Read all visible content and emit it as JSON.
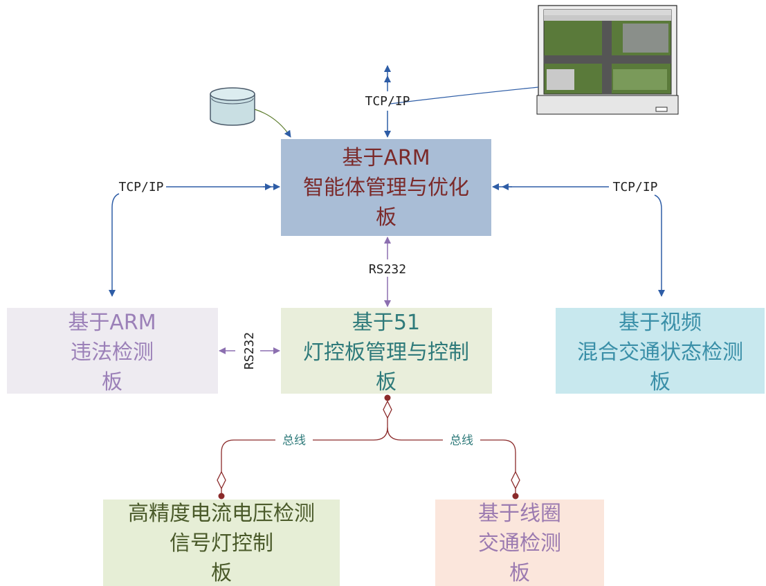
{
  "colors": {
    "arm_box": "#a9bdd6",
    "violation_box": "#eeebf1",
    "mcu_box": "#e9eedb",
    "video_box": "#c8e8ee",
    "current_box": "#e6eed6",
    "coil_box": "#fbe6dc",
    "tcp_arrow": "#2e5da6",
    "rs232_arrow": "#8c6fb0",
    "bus_line": "#8b2a2a",
    "db_line": "#5a7a2a",
    "arm_text": "#7b2a2a",
    "violation_text": "#9b80b8",
    "mcu_text": "#2e7a7a",
    "video_text": "#3a8fa8",
    "current_text": "#4a5a2a",
    "coil_text": "#9b7ab0",
    "bus_text": "#2e7a7a"
  },
  "boxes": {
    "arm": {
      "line1": "基于ARM",
      "line2": "智能体管理与优化",
      "line3": "板"
    },
    "violation": {
      "line1": "基于ARM",
      "line2": "违法检测",
      "line3": "板"
    },
    "mcu": {
      "line1": "基于51",
      "line2": "灯控板管理与控制",
      "line3": "板"
    },
    "video": {
      "line1": "基于视频",
      "line2": "混合交通状态检测",
      "line3": "板"
    },
    "current": {
      "line1": "高精度电流电压检测",
      "line2": "信号灯控制",
      "line3": "板"
    },
    "coil": {
      "line1": "基于线圈",
      "line2": "交通检测",
      "line3": "板"
    }
  },
  "labels": {
    "tcp_top": "TCP/IP",
    "tcp_left": "TCP/IP",
    "tcp_right": "TCP/IP",
    "rs232_vertical": "RS232",
    "rs232_horizontal": "RS232",
    "bus_left": "总线",
    "bus_right": "总线"
  },
  "icons": {
    "database": "database-icon",
    "monitor": "monitor-icon"
  }
}
